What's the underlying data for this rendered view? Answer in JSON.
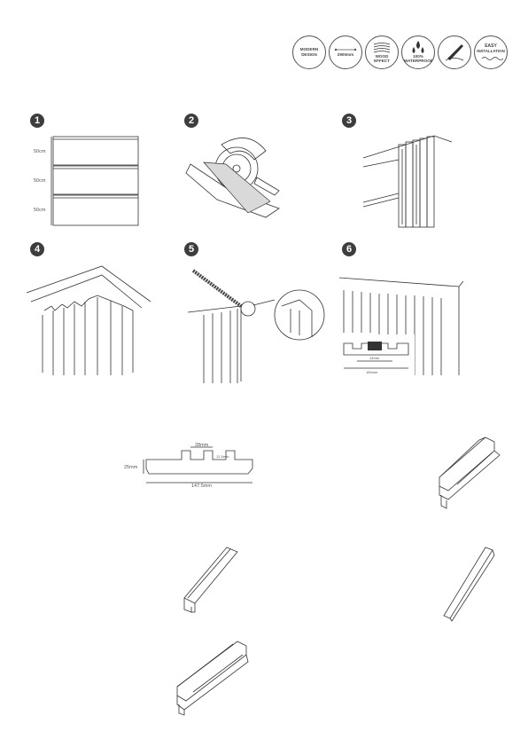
{
  "badges": [
    {
      "name": "modern-design",
      "line1": "MODERN",
      "line2": "DESIGN"
    },
    {
      "name": "length",
      "line1": "2900mm",
      "line2": ""
    },
    {
      "name": "wood-effect",
      "line1": "WOOD",
      "line2": "EFFECT"
    },
    {
      "name": "waterproof",
      "line1": "100%",
      "line2": "WATERPROOF"
    },
    {
      "name": "easy-cut",
      "line1": "",
      "line2": ""
    },
    {
      "name": "easy-installation",
      "line1": "EASY",
      "line2": "INSTALLATION"
    }
  ],
  "steps": [
    {
      "num": "1"
    },
    {
      "num": "2"
    },
    {
      "num": "3"
    },
    {
      "num": "4"
    },
    {
      "num": "5"
    },
    {
      "num": "6"
    }
  ],
  "step1": {
    "labels": [
      "50cm",
      "50cm",
      "50cm"
    ]
  },
  "step6": {
    "dim1": "14mm",
    "dim2": "160mm"
  },
  "profile": {
    "width": "147.5mm",
    "height": "25mm",
    "groove": "28mm",
    "depth": "12.5mm"
  }
}
